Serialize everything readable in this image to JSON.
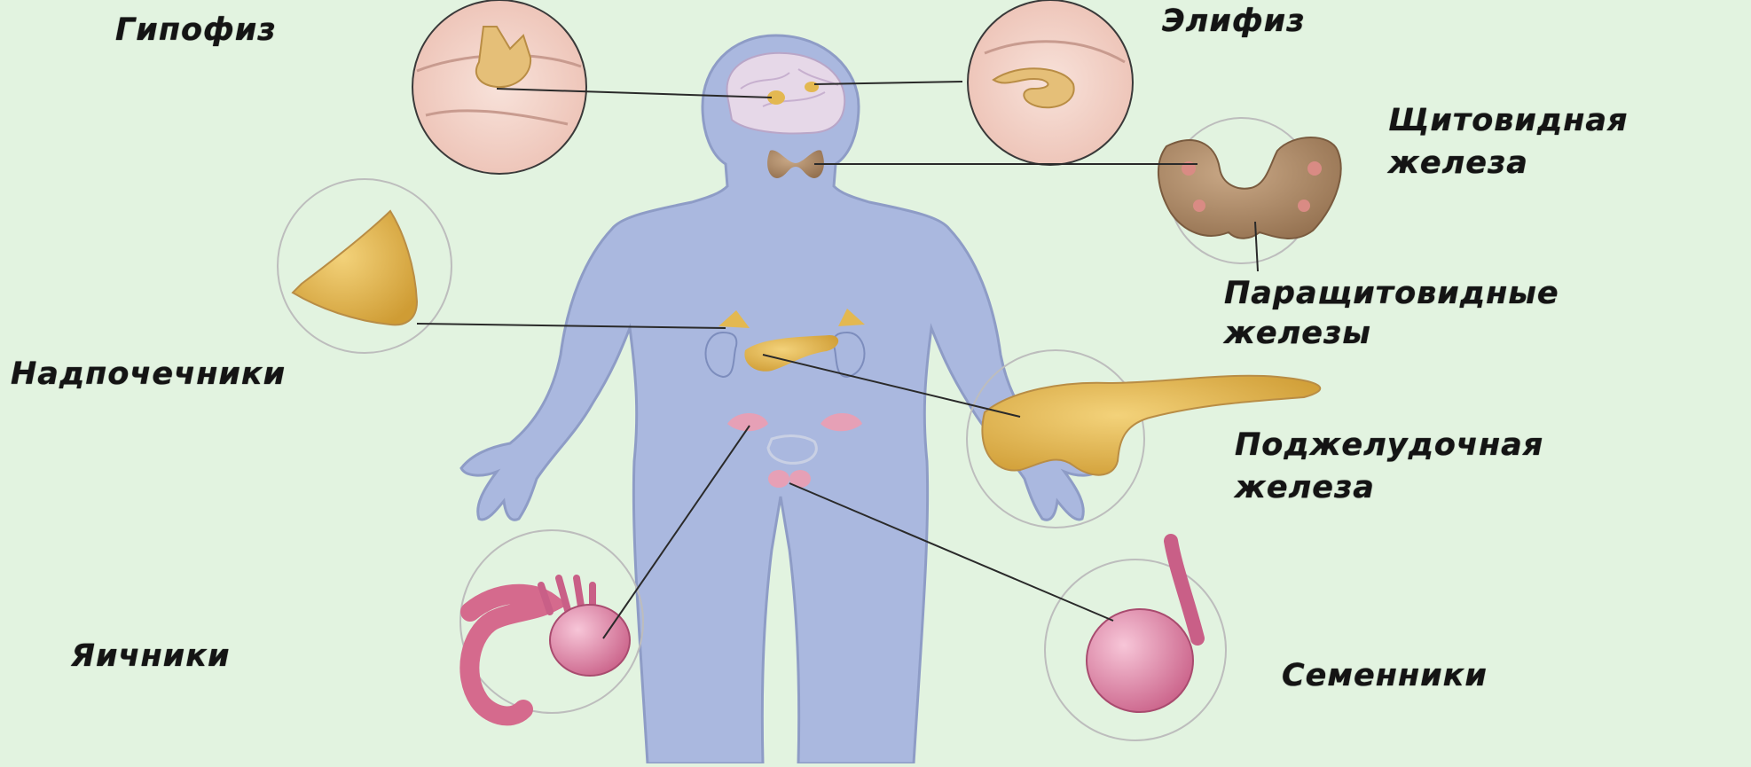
{
  "labels": {
    "pituitary": "Гипофиз",
    "pineal": "Элифиз",
    "thyroid_line1": "Щитовидная",
    "thyroid_line2": "железа",
    "parathyroid_line1": "Паращитовидные",
    "parathyroid_line2": "железы",
    "adrenal": "Надпочечники",
    "pancreas_line1": "Поджелудочная",
    "pancreas_line2": "железа",
    "ovaries": "Яичники",
    "testes": "Семенники"
  },
  "colors": {
    "background": "#e2f3e0",
    "body": "#aab8df",
    "body_outline": "#8e9cc6",
    "gland_yellow": "#e3b851",
    "thyroid_brown": "#b2906c",
    "reproductive_pink": "#e6a0b6",
    "pituitary_inset": "#f2d3ca",
    "leader_line": "#2a2a2a"
  }
}
